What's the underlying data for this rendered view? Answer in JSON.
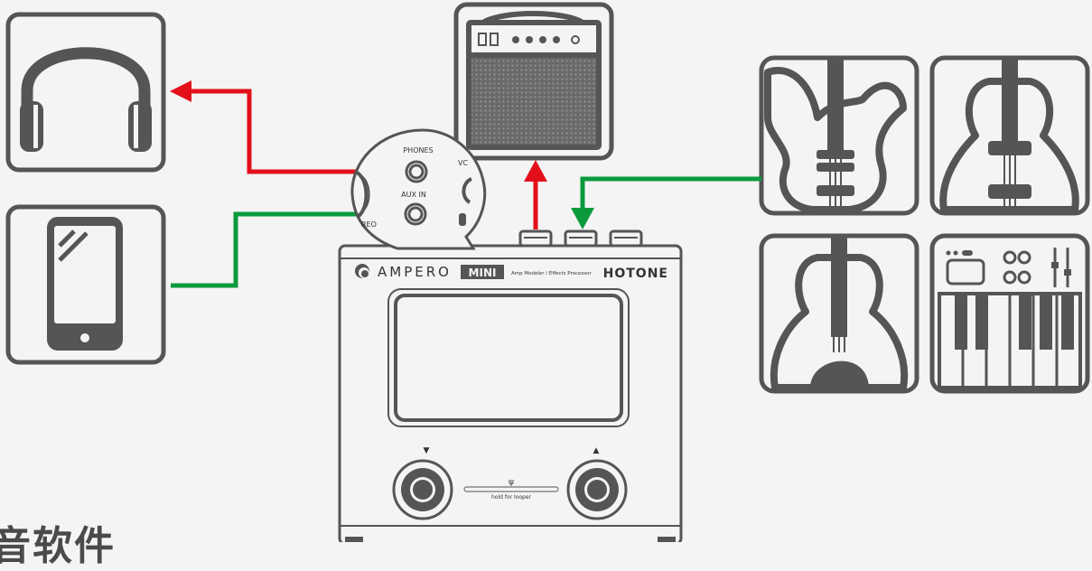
{
  "labels": {
    "phones": "PHONES",
    "aux_in": "AUX IN",
    "vol_partial": "VC",
    "stereo_partial": "REO",
    "brand_ampero": "AMPERO",
    "brand_mini": "MINI",
    "subtitle": "Amp Modeler / Effects Processor",
    "hotone": "HOTONE",
    "arrow_down": "▼",
    "arrow_up": "▲",
    "tuner_glyph": "ψ",
    "looper_hint": "hold for looper"
  },
  "bottom_text": "音软件",
  "colors": {
    "output_line": "#e3101b",
    "input_line": "#0a9a3c",
    "outline": "#555555",
    "background": "#f4f4f4"
  },
  "icons": {
    "headphones": "headphones-icon",
    "phone": "smartphone-icon",
    "amplifier": "amplifier-icon",
    "electric_guitar": "electric-guitar-icon",
    "acoustic_guitar": "acoustic-guitar-icon",
    "classical_guitar": "classical-guitar-icon",
    "keyboard": "synth-keyboard-icon"
  }
}
